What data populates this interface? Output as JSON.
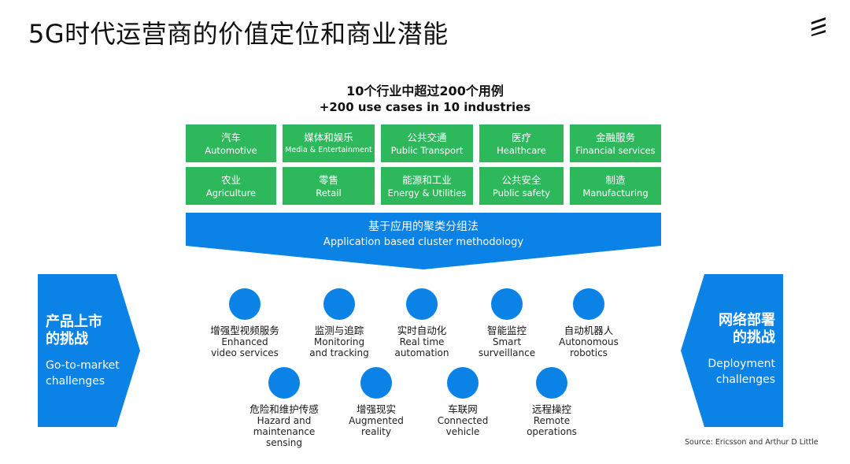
{
  "title": "5G时代运营商的价值定位和商业潜能",
  "logo_icon": "ericsson-logo-icon",
  "header": {
    "zh": "10个行业中超过200个用例",
    "en": "+200 use cases in 10 industries"
  },
  "colors": {
    "industry_green": "#2eb85c",
    "blue": "#0a82e6"
  },
  "industries": [
    {
      "zh": "汽车",
      "en": "Automotive"
    },
    {
      "zh": "媒体和娱乐",
      "en": "Media & Entertainment"
    },
    {
      "zh": "公共交通",
      "en": "Public Transport"
    },
    {
      "zh": "医疗",
      "en": "Healthcare"
    },
    {
      "zh": "金融服务",
      "en": "Financial services"
    },
    {
      "zh": "农业",
      "en": "Agriculture"
    },
    {
      "zh": "零售",
      "en": "Retail"
    },
    {
      "zh": "能源和工业",
      "en": "Energy & Utilities"
    },
    {
      "zh": "公共安全",
      "en": "Public safety"
    },
    {
      "zh": "制造",
      "en": "Manufacturing"
    }
  ],
  "banner": {
    "zh": "基于应用的聚类分组法",
    "en": "Application based cluster methodology"
  },
  "left_panel": {
    "zh_line1": "产品上市",
    "zh_line2": "的挑战",
    "en_line1": "Go-to-market",
    "en_line2": "challenges"
  },
  "right_panel": {
    "zh_line1": "网络部署",
    "zh_line2": "的挑战",
    "en_line1": "Deployment",
    "en_line2": "challenges"
  },
  "use_cases": [
    {
      "zh": "增强型视频服务",
      "en1": "Enhanced",
      "en2": "video services",
      "en3": ""
    },
    {
      "zh": "监测与追踪",
      "en1": "Monitoring",
      "en2": "and tracking",
      "en3": ""
    },
    {
      "zh": "实时自动化",
      "en1": "Real time",
      "en2": "automation",
      "en3": ""
    },
    {
      "zh": "智能监控",
      "en1": "Smart",
      "en2": "surveillance",
      "en3": ""
    },
    {
      "zh": "自动机器人",
      "en1": "Autonomous",
      "en2": "robotics",
      "en3": ""
    },
    {
      "zh": "危险和维护传感",
      "en1": "Hazard and",
      "en2": "maintenance",
      "en3": "sensing"
    },
    {
      "zh": "增强现实",
      "en1": "Augmented",
      "en2": "reality",
      "en3": ""
    },
    {
      "zh": "车联网",
      "en1": "Connected",
      "en2": "vehicle",
      "en3": ""
    },
    {
      "zh": "远程操控",
      "en1": "Remote",
      "en2": "operations",
      "en3": ""
    }
  ],
  "source": "Source: Ericsson and Arthur D Little"
}
